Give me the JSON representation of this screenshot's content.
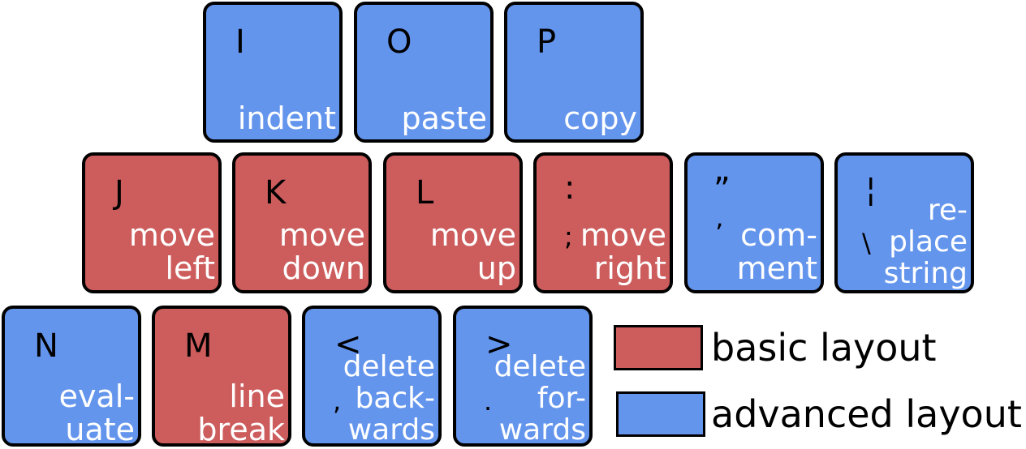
{
  "colors": {
    "basic": "#cd5c5c",
    "advanced": "#6495ed"
  },
  "keys": [
    {
      "letter": "I",
      "label": "indent",
      "layout": "advanced"
    },
    {
      "letter": "O",
      "label": "paste",
      "layout": "advanced"
    },
    {
      "letter": "P",
      "label": "copy",
      "layout": "advanced"
    },
    {
      "letter": "J",
      "label": "move\nleft",
      "layout": "basic"
    },
    {
      "letter": "K",
      "label": "move\ndown",
      "layout": "basic"
    },
    {
      "letter": "L",
      "label": "move\nup",
      "layout": "basic"
    },
    {
      "letter": ":",
      "shift": ";",
      "label": "move\nright",
      "layout": "basic"
    },
    {
      "letter": "”",
      "shift": "’",
      "label": "com-\nment",
      "layout": "advanced"
    },
    {
      "letter": "¦",
      "shift": "\\",
      "label": "re-\nplace\nstring",
      "layout": "advanced"
    },
    {
      "letter": "N",
      "label": "eval-\nuate",
      "layout": "advanced"
    },
    {
      "letter": "M",
      "label": "line\nbreak",
      "layout": "basic"
    },
    {
      "letter": "<",
      "shift": ",",
      "label": "delete\nback-\nwards",
      "layout": "advanced"
    },
    {
      "letter": ">",
      "shift": ".",
      "label": "delete\nfor-\nwards",
      "layout": "advanced"
    }
  ],
  "legend": {
    "basic_label": "basic layout",
    "advanced_label": "advanced layout"
  }
}
